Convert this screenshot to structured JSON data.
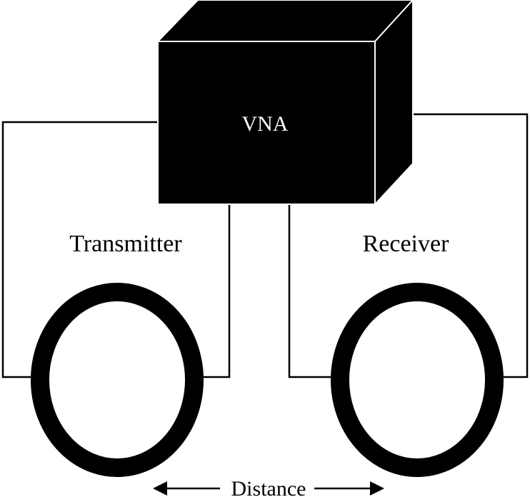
{
  "device": {
    "label": "VNA"
  },
  "transmitter": {
    "label": "Transmitter"
  },
  "receiver": {
    "label": "Receiver"
  },
  "distance": {
    "label": "Distance"
  },
  "colors": {
    "ink": "#000000",
    "cube_edge": "#ffffff",
    "background": "#ffffff"
  }
}
